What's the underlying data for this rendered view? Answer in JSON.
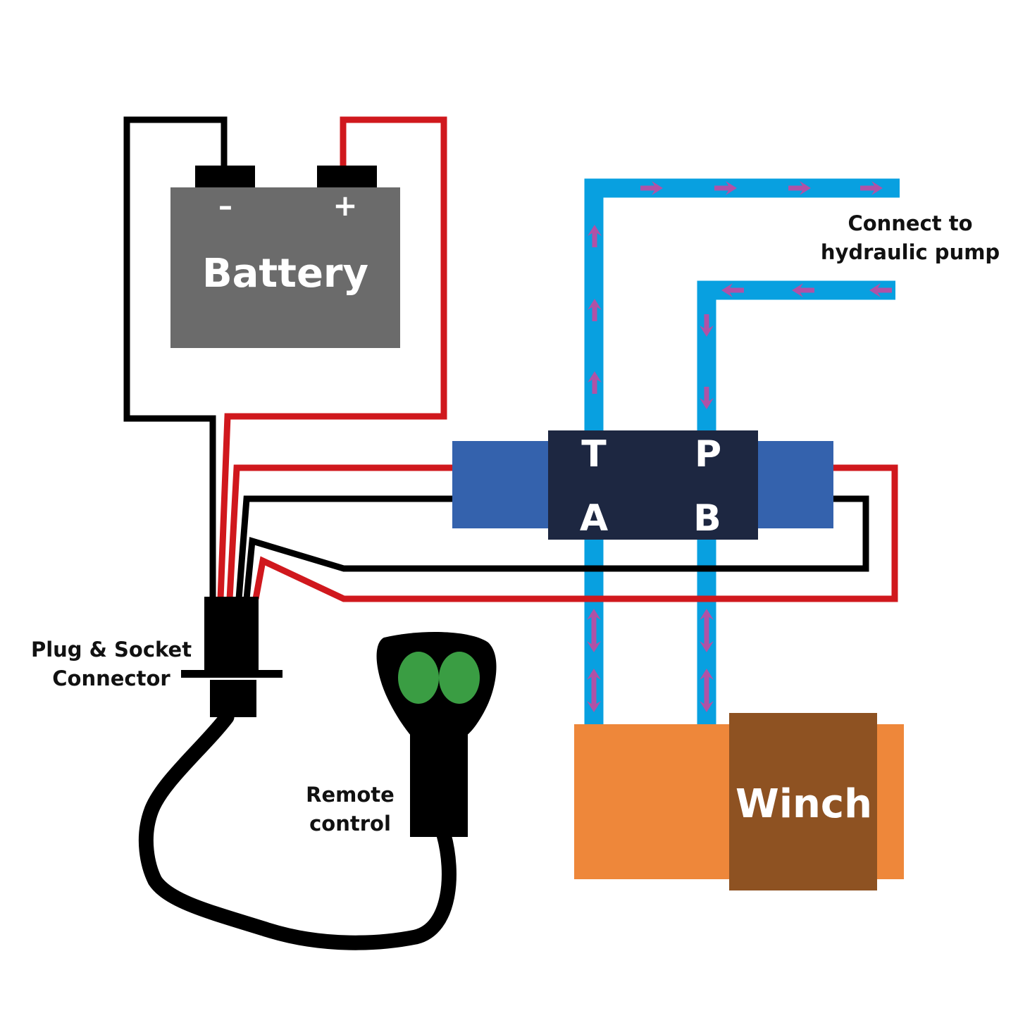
{
  "title": "Hydraulic winch wiring diagram",
  "colors": {
    "background": "#ffffff",
    "wire_positive": "#d0181d",
    "wire_negative": "#000000",
    "battery_body": "#6b6b6b",
    "battery_terminal": "#000000",
    "hose": "#08a0e0",
    "flow_arrow": "#b052a6",
    "valve_body": "#1d2741",
    "valve_solenoid": "#3462ad",
    "winch_body": "#ee873a",
    "winch_drum": "#8e5222",
    "remote_body": "#000000",
    "remote_button": "#3a9d43"
  },
  "battery": {
    "label": "Battery",
    "negative_symbol": "–",
    "positive_symbol": "+"
  },
  "valve": {
    "ports": {
      "tank": "T",
      "pressure": "P",
      "a": "A",
      "b": "B"
    }
  },
  "pump_label": {
    "line1": "Connect to",
    "line2": "hydraulic pump"
  },
  "connector_label": {
    "line1": "Plug & Socket",
    "line2": "Connector"
  },
  "remote_label": {
    "line1": "Remote",
    "line2": "control"
  },
  "winch": {
    "label": "Winch"
  },
  "flow": {
    "tank_line": "to-pump",
    "pressure_line": "from-pump",
    "winch_lines": "bidirectional"
  }
}
